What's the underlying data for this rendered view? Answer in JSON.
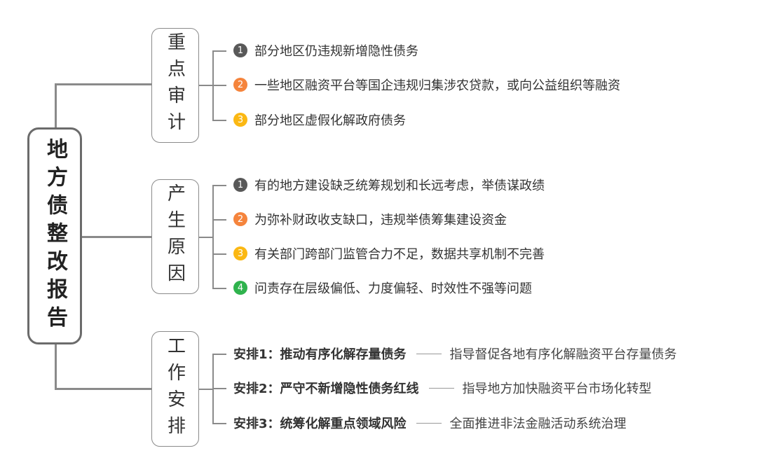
{
  "root": "地方债整改报告",
  "colors": {
    "1": "#595959",
    "2": "#f5843c",
    "3": "#fbb813",
    "4": "#2fb34d"
  },
  "branches": [
    {
      "label": "重点审计",
      "items": [
        {
          "num": "1",
          "text": "部分地区仍违规新增隐性债务"
        },
        {
          "num": "2",
          "text": "一些地区融资平台等国企违规归集涉农贷款，或向公益组织等融资"
        },
        {
          "num": "3",
          "text": "部分地区虚假化解政府债务"
        }
      ]
    },
    {
      "label": "产生原因",
      "items": [
        {
          "num": "1",
          "text": "有的地方建设缺乏统筹规划和长远考虑，举债谋政绩"
        },
        {
          "num": "2",
          "text": "为弥补财政收支缺口，违规举债筹集建设资金"
        },
        {
          "num": "3",
          "text": "有关部门跨部门监管合力不足，数据共享机制不完善"
        },
        {
          "num": "4",
          "text": "问责存在层级偏低、力度偏轻、时效性不强等问题"
        }
      ]
    },
    {
      "label": "工作安排",
      "items": [
        {
          "title": "安排1：推动有序化解存量债务",
          "desc": "指导督促各地有序化解融资平台存量债务"
        },
        {
          "title": "安排2：严守不新增隐性债务红线",
          "desc": "指导地方加快融资平台市场化转型"
        },
        {
          "title": "安排3：统筹化解重点领域风险",
          "desc": "全面推进非法金融活动系统治理"
        }
      ]
    }
  ]
}
